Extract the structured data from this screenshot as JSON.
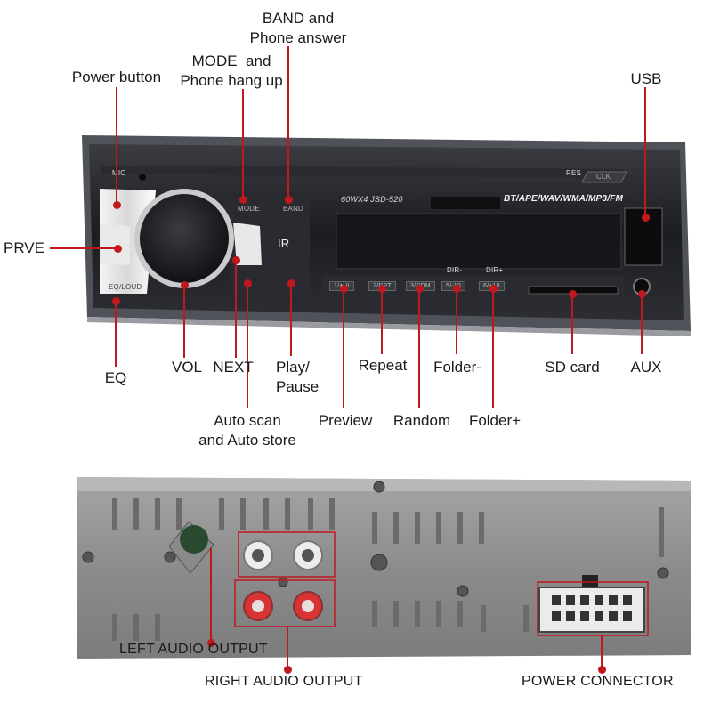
{
  "front_panel": {
    "model_text": "60WX4  JSD-520",
    "formats_text": "BT/APE/WAV/WMA/MP3/FM",
    "mic_text": "MIC",
    "res_text": "RES",
    "clk_text": "CLK",
    "mode_text": "MODE",
    "band_text": "BAND",
    "eq_loud_text": "EQ/LOUD",
    "ir_text": "IR",
    "dir_minus_text": "DIR-",
    "dir_plus_text": "DIR+",
    "preset_buttons": [
      "1/►II",
      "2/RPT",
      "3/RDM",
      "5/-10",
      "6/+10"
    ]
  },
  "labels": {
    "band": "BAND and\nPhone answer",
    "mode": "MODE  and\nPhone hang up",
    "power": "Power button",
    "usb": "USB",
    "prve": "PRVE",
    "eq": "EQ",
    "vol": "VOL",
    "next": "NEXT",
    "play_pause": "Play/\nPause",
    "repeat": "Repeat",
    "folder_minus": "Folder-",
    "sd_card": "SD card",
    "aux": "AUX",
    "auto_scan": "Auto scan\nand Auto store",
    "preview": "Preview",
    "random": "Random",
    "folder_plus": "Folder+",
    "left_audio": "LEFT AUDIO OUTPUT",
    "right_audio": "RIGHT AUDIO OUTPUT",
    "power_connector": "POWER CONNECTOR"
  },
  "colors": {
    "callout": "#c0181c",
    "panel_dark": "#1f2024",
    "chassis": "#8f8f8f"
  }
}
